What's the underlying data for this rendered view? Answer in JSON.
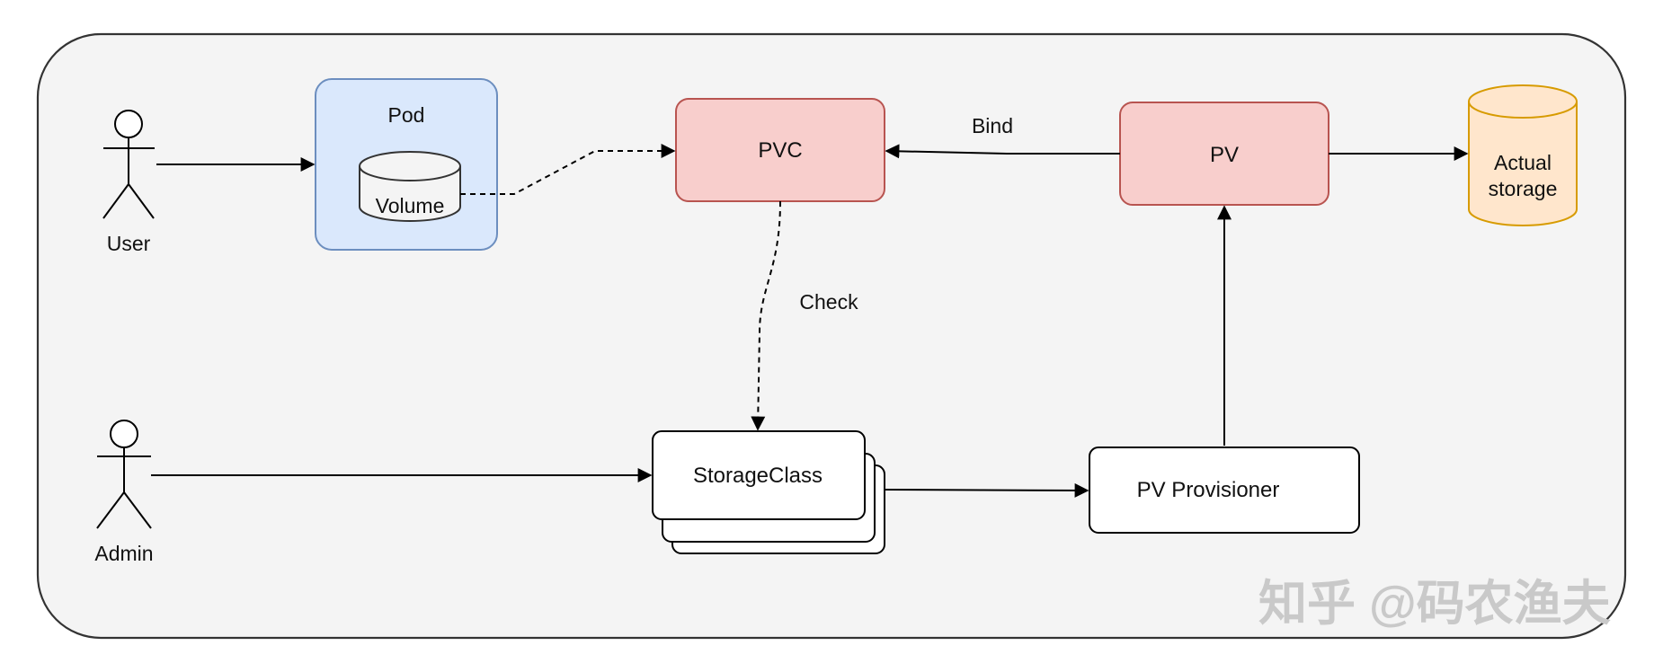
{
  "diagram": {
    "actors": {
      "user": "User",
      "admin": "Admin"
    },
    "pod": {
      "title": "Pod",
      "volume": "Volume"
    },
    "pvc": "PVC",
    "pv": "PV",
    "actual_storage": [
      "Actual",
      "storage"
    ],
    "storage_class": "StorageClass",
    "pv_provisioner": "PV Provisioner",
    "edges": {
      "bind": "Bind",
      "check": "Check"
    },
    "colors": {
      "container_fill": "#f4f4f4",
      "pod_fill": "#dae8fc",
      "pod_stroke": "#6c8ebf",
      "pvc_fill": "#f8cecc",
      "pvc_stroke": "#b85450",
      "storage_fill": "#ffe6cc",
      "storage_stroke": "#d79b00"
    }
  },
  "watermark": "知乎 @码农渔夫"
}
